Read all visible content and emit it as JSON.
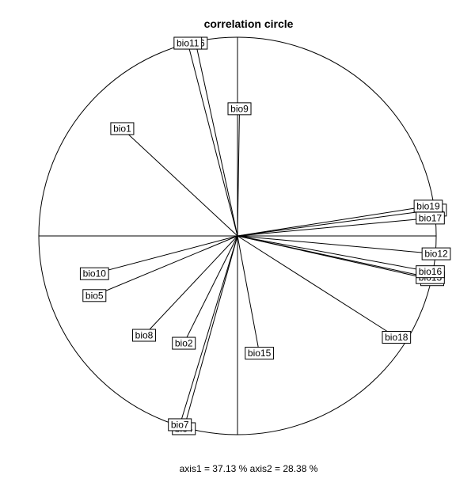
{
  "chart_data": {
    "type": "scatter",
    "title": "correlation circle",
    "subtitle": "axis1 =  37.13 % axis2 =  28.38 %",
    "xlabel": "",
    "ylabel": "",
    "xlim": [
      -1,
      1
    ],
    "ylim": [
      -1,
      1
    ],
    "grid": false,
    "unit_circle": true,
    "series": [
      {
        "values": [
          {
            "label": "bio1",
            "x": -0.58,
            "y": 0.54
          },
          {
            "label": "bio2",
            "x": -0.27,
            "y": -0.54
          },
          {
            "label": "bio3",
            "x": 0.98,
            "y": -0.22
          },
          {
            "label": "bio4",
            "x": -0.27,
            "y": -0.97
          },
          {
            "label": "bio5",
            "x": -0.72,
            "y": -0.3
          },
          {
            "label": "bio6",
            "x": -0.21,
            "y": 0.97
          },
          {
            "label": "bio7",
            "x": -0.29,
            "y": -0.95
          },
          {
            "label": "bio8",
            "x": -0.47,
            "y": -0.5
          },
          {
            "label": "bio9",
            "x": 0.01,
            "y": 0.64
          },
          {
            "label": "bio10",
            "x": -0.72,
            "y": -0.19
          },
          {
            "label": "bio11",
            "x": -0.25,
            "y": 0.97
          },
          {
            "label": "bio12",
            "x": 1.0,
            "y": -0.09
          },
          {
            "label": "bio13",
            "x": 0.97,
            "y": -0.21
          },
          {
            "label": "bio14",
            "x": 0.98,
            "y": 0.13
          },
          {
            "label": "bio15",
            "x": 0.11,
            "y": -0.59
          },
          {
            "label": "bio16",
            "x": 0.97,
            "y": -0.18
          },
          {
            "label": "bio17",
            "x": 0.97,
            "y": 0.09
          },
          {
            "label": "bio18",
            "x": 0.8,
            "y": -0.51
          },
          {
            "label": "bio19",
            "x": 0.96,
            "y": 0.15
          }
        ]
      }
    ]
  }
}
